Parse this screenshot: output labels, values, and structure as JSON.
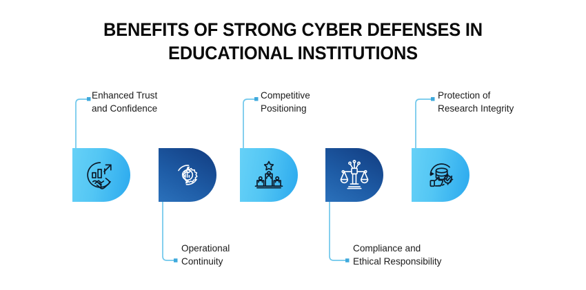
{
  "title": {
    "line1": "BENEFITS OF STRONG CYBER DEFENSES IN",
    "line2": "EDUCATIONAL INSTITUTIONS"
  },
  "colors": {
    "light_card_start": "#66D1F7",
    "light_card_end": "#2BA9EE",
    "dark_card_start": "#2B71BB",
    "dark_card_end": "#123C80",
    "connector_line": "#6FC7EC",
    "title_text": "#0A0A0A",
    "label_text": "#1A1A1A",
    "background": "#FFFFFF"
  },
  "items": [
    {
      "index": 1,
      "label_line1": "Enhanced Trust",
      "label_line2": "and Confidence",
      "card_style": "light",
      "label_position": "above",
      "icon": "handshake-growth-chart-icon"
    },
    {
      "index": 2,
      "label_line1": "Operational",
      "label_line2": "Continuity",
      "card_style": "dark",
      "label_position": "below",
      "icon": "gear-chart-refresh-icon"
    },
    {
      "index": 3,
      "label_line1": "Competitive",
      "label_line2": "Positioning",
      "card_style": "light",
      "label_position": "above",
      "icon": "winners-podium-star-icon"
    },
    {
      "index": 4,
      "label_line1": "Compliance and",
      "label_line2": "Ethical Responsibility",
      "card_style": "dark",
      "label_position": "below",
      "icon": "justice-scales-circuit-icon"
    },
    {
      "index": 5,
      "label_line1": "Protection of",
      "label_line2": "Research Integrity",
      "card_style": "light",
      "label_position": "above",
      "icon": "database-thumbsup-verified-icon"
    }
  ]
}
